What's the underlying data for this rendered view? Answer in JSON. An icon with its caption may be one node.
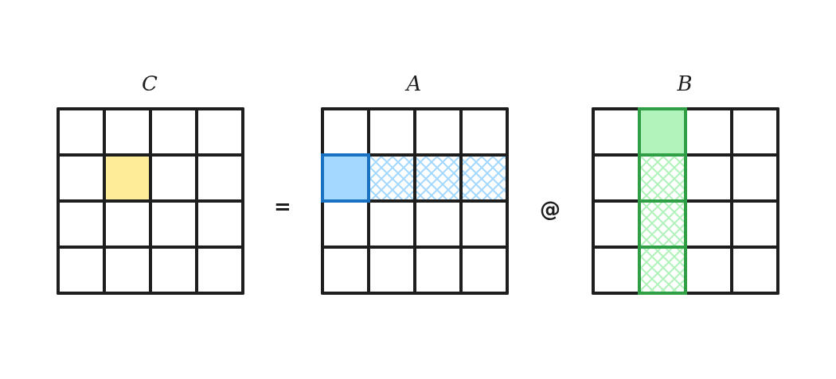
{
  "diagram": {
    "nodes": [
      {
        "text": [
          "C"
        ]
      },
      {
        "text": [
          "A"
        ]
      },
      {
        "text": [
          "B"
        ]
      }
    ],
    "edges": [],
    "labels": [
      "=",
      "@"
    ]
  }
}
